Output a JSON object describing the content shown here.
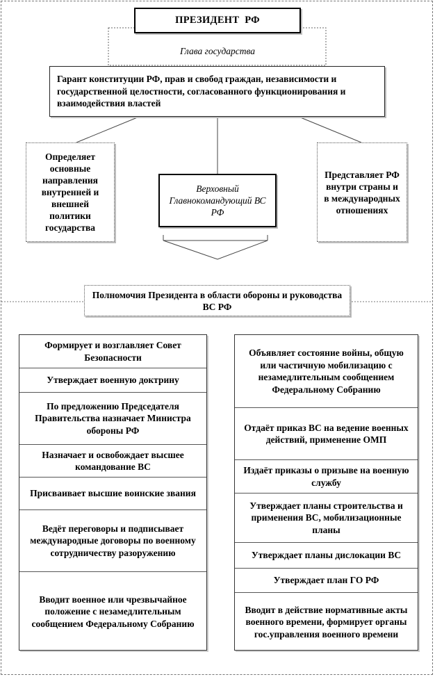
{
  "president": {
    "title": "ПРЕЗИДЕНТ  РФ",
    "subtitle": "Глава государства"
  },
  "guarantor": "Гарант конституции РФ, прав и свобод граждан, независимости и государственной целостности, согласованного функционирования и взаимодействия властей",
  "roles": {
    "left": "Определяет основные направления внутренней и внешней политики государства",
    "center": "Верховный Главнокомандующий ВС РФ",
    "right": "Представляет РФ внутри страны и в международных отношениях"
  },
  "powers_title": "Полномочия Президента в области обороны и руководства ВС РФ",
  "left_powers": [
    "Формирует и возглавляет Совет Безопасности",
    "Утверждает военную доктрину",
    "По предложению Председателя Правительства назначает Министра обороны РФ",
    "Назначает и освобождает высшее командование ВС",
    "Присваивает высшие воинские звания",
    "Ведёт переговоры и подписывает международные договоры по военному сотрудничеству разоружению",
    "Вводит военное или чрезвычайное положение с незамедлительным сообщением Федеральному Собранию"
  ],
  "right_powers": [
    "Объявляет состояние войны, общую или частичную мобилизацию с незамедлительным сообщением Федеральному Собранию",
    "Отдаёт приказ ВС на ведение военных действий, применение ОМП",
    "Издаёт приказы о призыве на военную службу",
    "Утверждает планы строительства и применения ВС, мобилизационные планы",
    "Утверждает планы дислокации ВС",
    "Утверждает план ГО РФ",
    "Вводит в действие нормативные акты военного времени, формирует органы гос.управления военного времени"
  ]
}
